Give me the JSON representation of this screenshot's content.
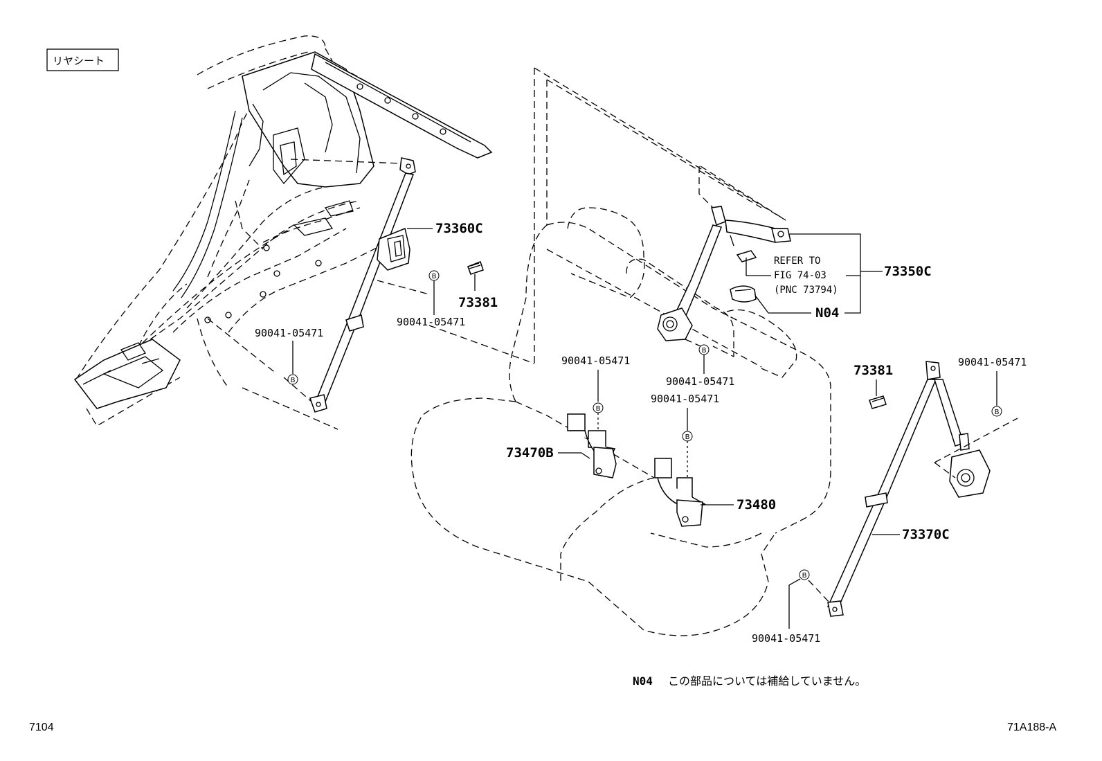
{
  "section_label": "リヤシート",
  "bolt_symbol": "B",
  "callouts": {
    "p73360c": "73360C",
    "p73381_left": "73381",
    "p73381_right": "73381",
    "p73350c": "73350C",
    "n04": "N04",
    "p73470b": "73470B",
    "p73480": "73480",
    "p73370c": "73370C",
    "bolt_left_outer": "90041-05471",
    "bolt_left_inner": "90041-05471",
    "bolt_center_upper": "90041-05471",
    "bolt_center_buckle_a": "90041-05471",
    "bolt_center_buckle_b": "90041-05471",
    "bolt_right_upper": "90041-05471",
    "bolt_right_lower": "90041-05471"
  },
  "refer": {
    "line1": "REFER TO",
    "line2": "FIG 74-03",
    "line3": "(PNC 73794)"
  },
  "footnote": {
    "code": "N04",
    "text": "この部品については補給していません。"
  },
  "page_number": "7104",
  "figure_id": "71A188-A"
}
